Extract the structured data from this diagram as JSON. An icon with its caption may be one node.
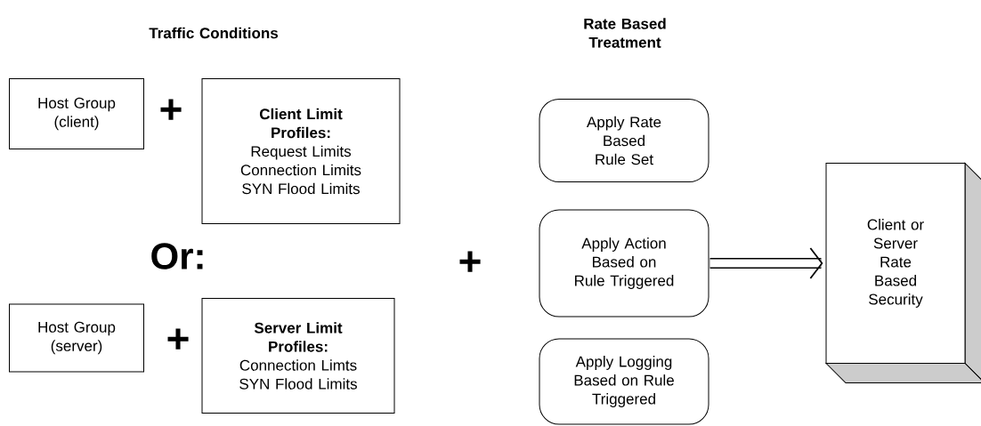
{
  "diagram": {
    "nodes": [
      {
        "text": [
          "Host Group (client)"
        ]
      },
      {
        "text": [
          "Client Limit Profiles:",
          "Request Limits",
          "Connection Limits",
          "SYN Flood Limits"
        ]
      },
      {
        "text": [
          "Host Group (server)"
        ]
      },
      {
        "text": [
          "Server Limit Profiles:",
          "Connection Limts",
          "SYN Flood Limits"
        ]
      },
      {
        "text": [
          "Apply Rate Based Rule Set"
        ]
      },
      {
        "text": [
          "Apply Action Based on Rule Triggered"
        ]
      },
      {
        "text": [
          "Apply Logging Based on Rule Triggered"
        ]
      },
      {
        "text": [
          "Client or Server Rate Based Security"
        ]
      }
    ],
    "edges": [
      {
        "from": 5,
        "to": 7,
        "arrow": "to"
      }
    ],
    "labels": [
      "Traffic Conditions",
      "Rate Based Treatment",
      "+",
      "Or:",
      "+",
      "+"
    ]
  }
}
